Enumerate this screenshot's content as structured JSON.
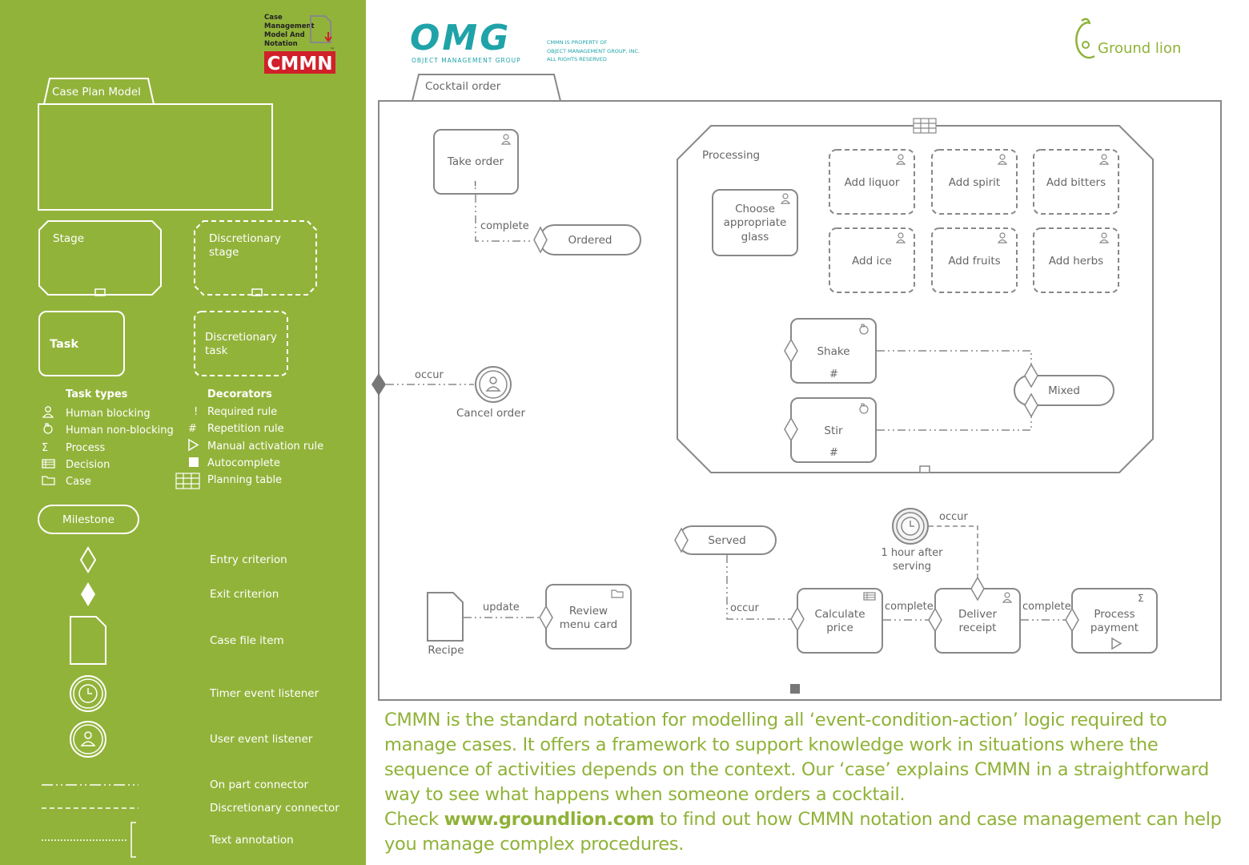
{
  "legend": {
    "logo": {
      "line1": "Case",
      "line2": "Management",
      "line3": "Model And",
      "line4": "Notation",
      "brand": "CMMN",
      "tm": "™"
    },
    "case_plan_model": "Case Plan Model",
    "stage": "Stage",
    "disc_stage": [
      "Discretionary",
      "stage"
    ],
    "task": "Task",
    "disc_task": [
      "Discretionary",
      "task"
    ],
    "task_types_heading": "Task types",
    "task_types": [
      "Human blocking",
      "Human non-blocking",
      "Process",
      "Decision",
      "Case"
    ],
    "decorators_heading": "Decorators",
    "decorators": [
      "Required rule",
      "Repetition rule",
      "Manual activation rule",
      "Autocomplete",
      "Planning table"
    ],
    "milestone": "Milestone",
    "entry_criterion": "Entry criterion",
    "exit_criterion": "Exit criterion",
    "case_file_item": "Case file item",
    "timer_event_listener": "Timer event listener",
    "user_event_listener": "User event listener",
    "on_part_connector": "On part connector",
    "disc_connector": "Discretionary connector",
    "text_annotation": "Text annotation"
  },
  "header": {
    "omg_logo": "OMG",
    "omg_sub": "OBJECT MANAGEMENT GROUP",
    "property_notice": [
      "CMMN IS PROPERTY OF",
      "OBJECT MANAGEMENT GROUP, INC.",
      "ALL RIGHTS RESERVED"
    ],
    "groundlion": "Ground lion"
  },
  "diagram": {
    "case_name": "Cocktail order",
    "take_order": "Take order",
    "complete_label": "complete",
    "ordered": "Ordered",
    "occur_label": "occur",
    "cancel_order": "Cancel order",
    "processing": "Processing",
    "choose_glass": [
      "Choose",
      "appropriate",
      "glass"
    ],
    "add_liquor": "Add liquor",
    "add_spirit": "Add spirit",
    "add_bitters": "Add bitters",
    "add_ice": "Add ice",
    "add_fruits": "Add fruits",
    "add_herbs": "Add herbs",
    "shake": "Shake",
    "stir": "Stir",
    "mixed": "Mixed",
    "served": "Served",
    "timer_label": [
      "1 hour after",
      "serving"
    ],
    "recipe": "Recipe",
    "update_label": "update",
    "review_menu": [
      "Review",
      "menu card"
    ],
    "calculate_price": [
      "Calculate",
      "price"
    ],
    "deliver_receipt": [
      "Deliver",
      "receipt"
    ],
    "process_payment": [
      "Process",
      "payment"
    ]
  },
  "description": {
    "text1": "CMMN is the standard notation for modelling all ‘event-condition-action’ logic required to manage cases. It offers a framework to support knowledge work in situations where the sequence of activities depends on the context. Our ‘case’ explains CMMN in a straightforward way to see what happens when someone orders a cocktail.",
    "check": "Check",
    "url": "www.groundlion.com",
    "text2": "to find out how CMMN notation and case management can help you manage complex procedures."
  },
  "colors": {
    "legend_bg": "#92b33a",
    "diagram_stroke": "#888888",
    "text": "#666666",
    "brand_red": "#d0202a",
    "omg_teal": "#1fa3a8",
    "accent_green": "#8fb237"
  }
}
